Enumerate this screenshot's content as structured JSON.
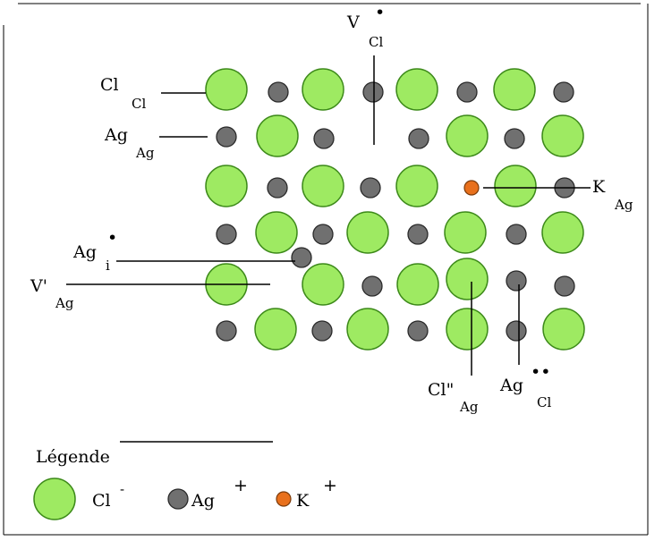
{
  "title": "",
  "colors": {
    "cl_ion": "#9eea62",
    "ag_ion": "#707070",
    "k_ion": "#e8701c",
    "line": "#000000",
    "background": "#ffffff"
  },
  "labels": {
    "v_cl": {
      "main": "V",
      "sub": "Cl",
      "charge": "•"
    },
    "cl_cl": {
      "main": "Cl",
      "sub": "Cl"
    },
    "ag_ag": {
      "main": "Ag",
      "sub": "Ag"
    },
    "k_ag": {
      "main": "K",
      "sub": "Ag"
    },
    "ag_i": {
      "main": "Ag",
      "sub": "i",
      "charge": "•"
    },
    "v_ag": {
      "main": "V'",
      "sub": "Ag"
    },
    "cl_ag": {
      "main": "Cl\"",
      "sub": "Ag"
    },
    "ag_cl": {
      "main": "Ag",
      "sub": "Cl",
      "charge": "••"
    }
  },
  "legend": {
    "title": "Légende",
    "items": [
      {
        "ion": "cl",
        "label": "Cl",
        "charge": "-"
      },
      {
        "ion": "ag",
        "label": "Ag",
        "charge": "+"
      },
      {
        "ion": "k",
        "label": "K",
        "charge": "+"
      }
    ]
  }
}
